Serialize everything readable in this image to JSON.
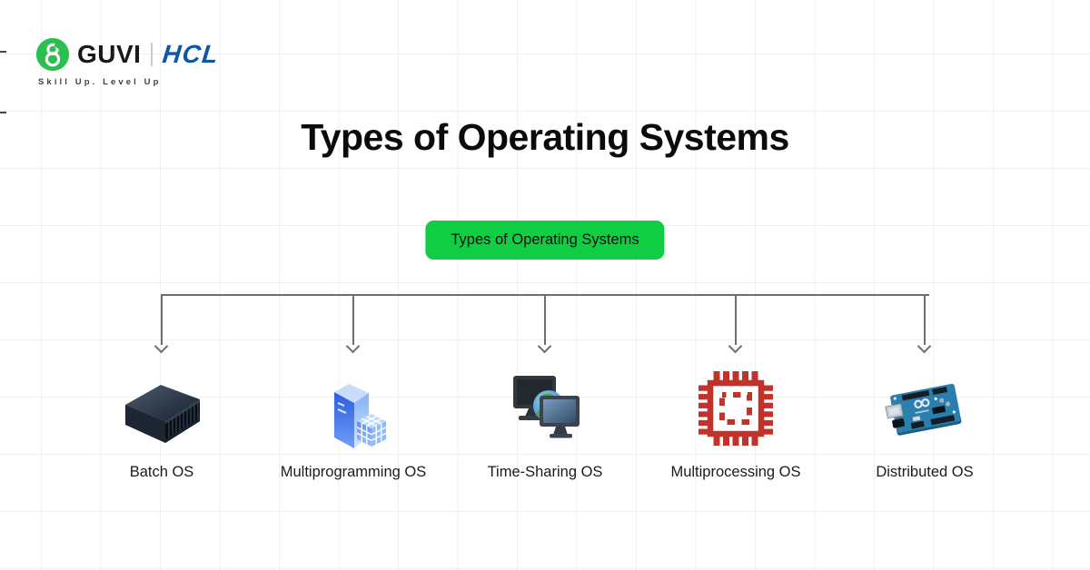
{
  "logo": {
    "brand": "GUVI",
    "partner": "HCL",
    "tagline": "Skill Up. Level Up",
    "monogram_icon": "guvi-g-loop-icon"
  },
  "title": "Types of Operating Systems",
  "root_node": {
    "label": "Types of Operating Systems"
  },
  "branches": [
    {
      "label": "Batch OS",
      "icon": "server-rack-icon"
    },
    {
      "label": "Multiprogramming OS",
      "icon": "tower-and-cube-icon"
    },
    {
      "label": "Time-Sharing OS",
      "icon": "monitors-globe-network-icon"
    },
    {
      "label": "Multiprocessing OS",
      "icon": "cpu-chip-icon"
    },
    {
      "label": "Distributed OS",
      "icon": "arduino-board-icon"
    }
  ],
  "colors": {
    "accent_green": "#10cd43",
    "brand_green": "#2abf4f",
    "hcl_blue": "#0d57a7",
    "connector_gray": "#6e6e6e",
    "chip_red": "#c1332a",
    "grid_line": "#efeff1"
  }
}
